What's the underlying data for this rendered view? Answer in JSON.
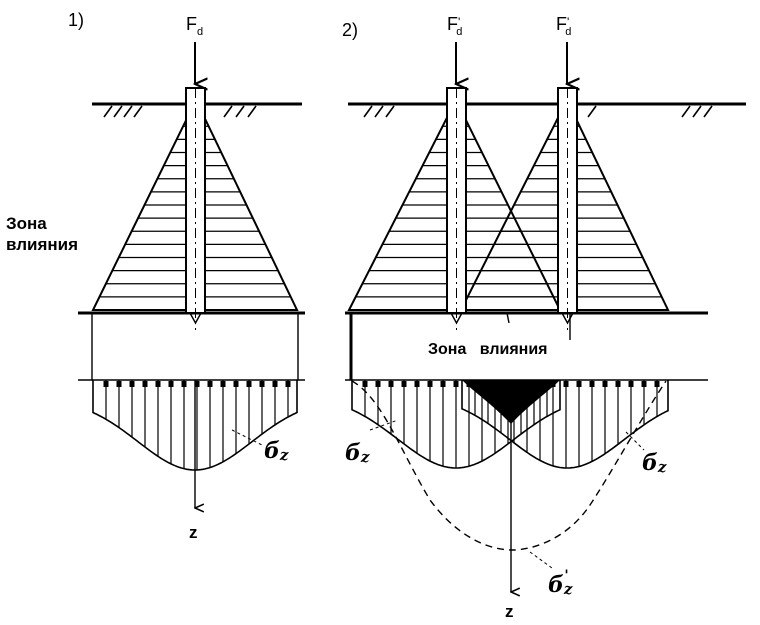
{
  "case_1": {
    "label": "1)",
    "force": "F",
    "force_sub": "d",
    "axis": "z",
    "stress": "б",
    "stress_sub": "z"
  },
  "case_2": {
    "label": "2)",
    "force": "F",
    "force_prime": "'",
    "force_sub": "d",
    "axis": "z",
    "stress": "б",
    "stress_sub": "z",
    "stress_combined_prime": "'"
  },
  "influence_zone_left": [
    "Зона",
    "влияния"
  ],
  "influence_zone_bottom": "Зона   влияния"
}
